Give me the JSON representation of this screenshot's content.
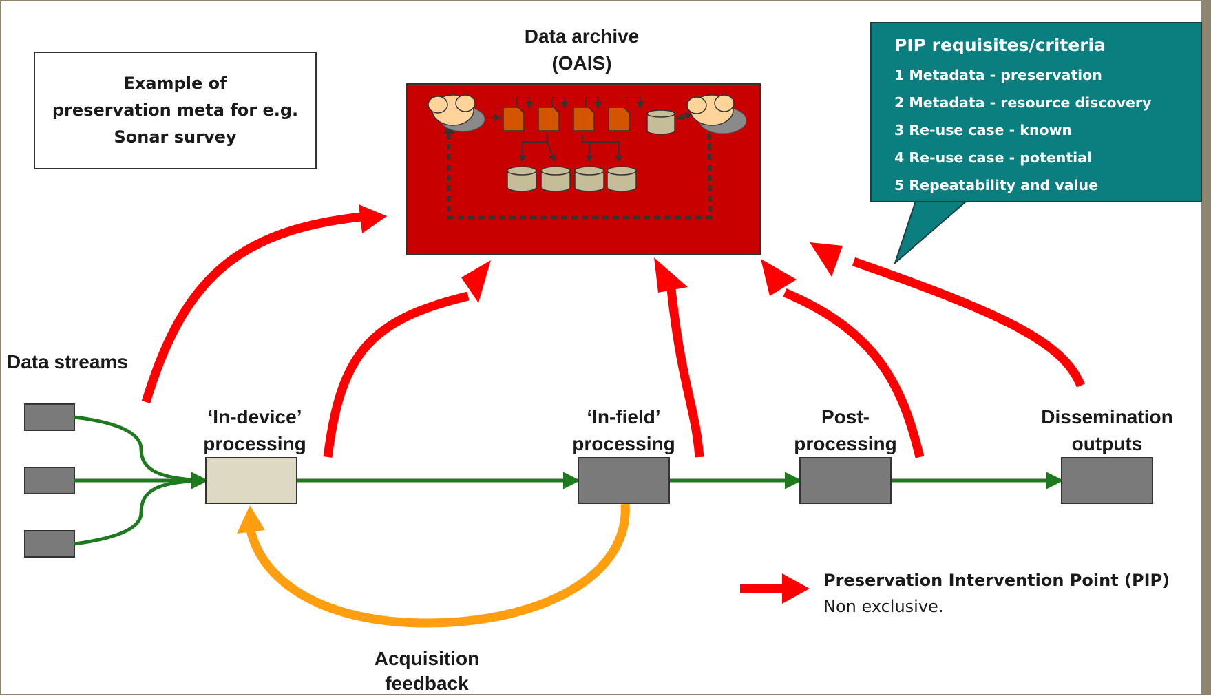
{
  "archive": {
    "title_line1": "Data archive",
    "title_line2": "(OAIS)"
  },
  "example_box": {
    "line1": "Example of",
    "line2": "preservation meta for e.g.",
    "line3": "Sonar survey"
  },
  "pip_panel": {
    "title": "PIP requisites/criteria",
    "items": [
      "1 Metadata - preservation",
      "2 Metadata - resource discovery",
      "3 Re-use case - known",
      "4 Re-use case - potential",
      "5 Repeatability and value"
    ]
  },
  "stages": {
    "data_streams": "Data streams",
    "in_device_line1": "‘In-device’",
    "in_device_line2": "processing",
    "in_field_line1": "‘In-field’",
    "in_field_line2": "processing",
    "post_line1": "Post-",
    "post_line2": "processing",
    "dissemination_line1": "Dissemination",
    "dissemination_line2": "outputs",
    "feedback_line1": "Acquisition",
    "feedback_line2": "feedback"
  },
  "legend": {
    "title": "Preservation Intervention Point (PIP)",
    "subtitle": "Non exclusive."
  },
  "colors": {
    "archive_fill": "#c80000",
    "pip_arrow": "#ff0000",
    "flow_arrow": "#1f7a1f",
    "feedback_arrow": "#ff9f0f",
    "process_box": "#7a7a7a",
    "in_device_box": "#ddd9c3",
    "pip_panel": "#0b7f7f",
    "doc_orange": "#d45500",
    "cylinder": "#c4bd97"
  }
}
